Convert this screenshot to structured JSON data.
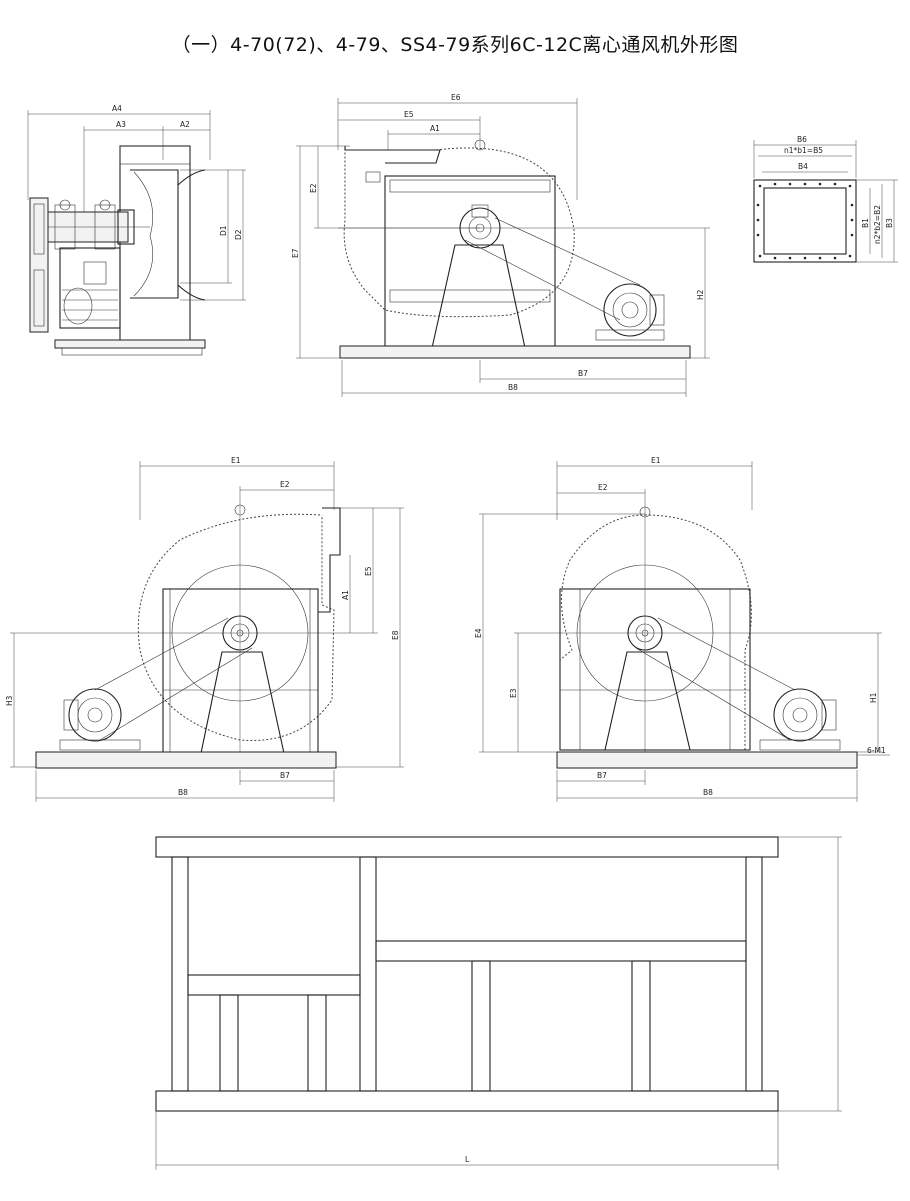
{
  "title": "（一）4-70(72)、4-79、SS4-79系列6C-12C离心通风机外形图",
  "side_view": {
    "labels": [
      "A4",
      "A3",
      "A2",
      "D1",
      "D2"
    ]
  },
  "front_view": {
    "labels": [
      "E6",
      "E5",
      "A1",
      "E2",
      "E7",
      "H2",
      "B7",
      "B8"
    ]
  },
  "flange_view": {
    "labels": [
      "B6",
      "n1*b1=B5",
      "B4",
      "B1",
      "n2*b2=B2",
      "B3"
    ]
  },
  "left_view": {
    "labels": [
      "E1",
      "E2",
      "A1",
      "E5",
      "E8",
      "H3",
      "B7",
      "B8"
    ]
  },
  "right_view": {
    "labels": [
      "E1",
      "E2",
      "E4",
      "E3",
      "H1",
      "6-M1",
      "B7",
      "B8"
    ]
  },
  "base_view": {
    "labels": [
      "L"
    ]
  }
}
